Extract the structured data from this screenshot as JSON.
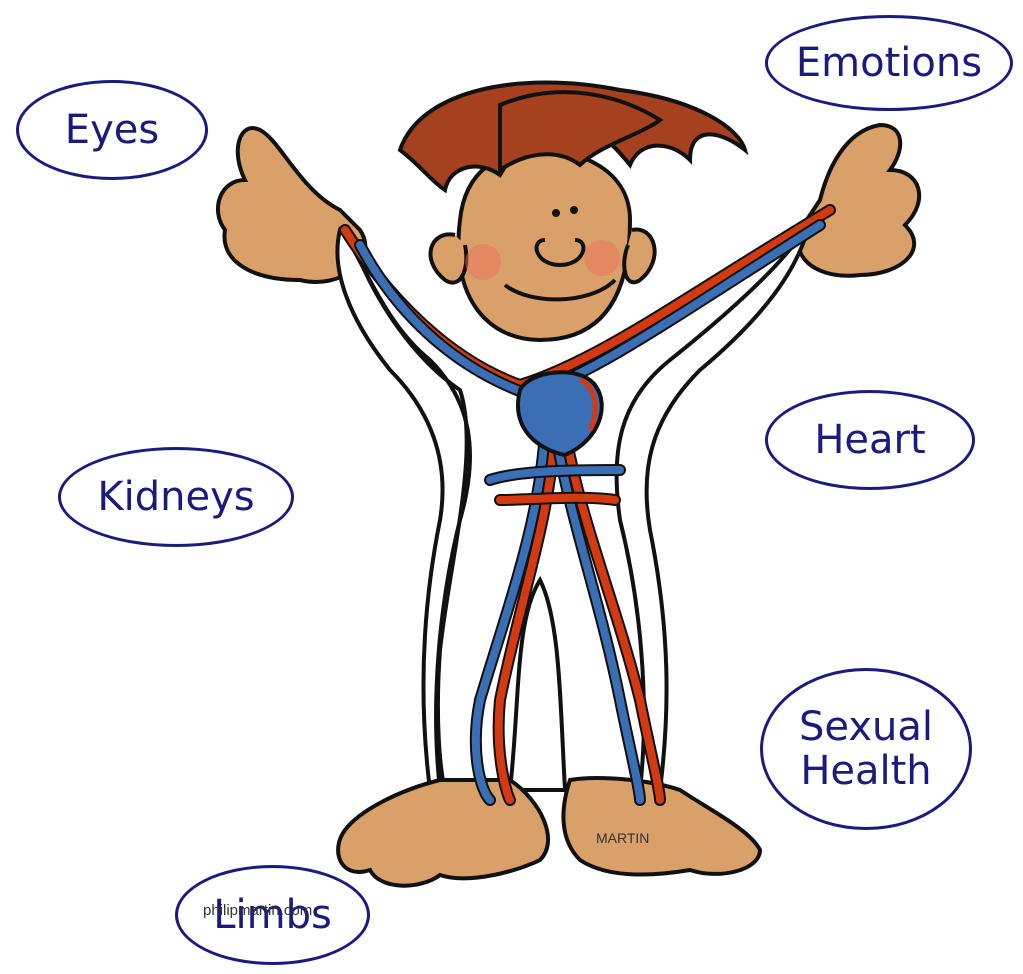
{
  "labels": {
    "eyes": "Eyes",
    "emotions": "Emotions",
    "heart": "Heart",
    "kidneys": "Kidneys",
    "sexual_health_line1": "Sexual",
    "sexual_health_line2": "Health",
    "limbs": "Limbs"
  },
  "credits": {
    "artist_signature": "MARTIN",
    "site": "philipmartin.com"
  },
  "colors": {
    "label_ink": "#1a1a80",
    "artery": "#d43a12",
    "vein": "#3b6fb5",
    "skin": "#d9a06a",
    "hair": "#a5411f"
  }
}
